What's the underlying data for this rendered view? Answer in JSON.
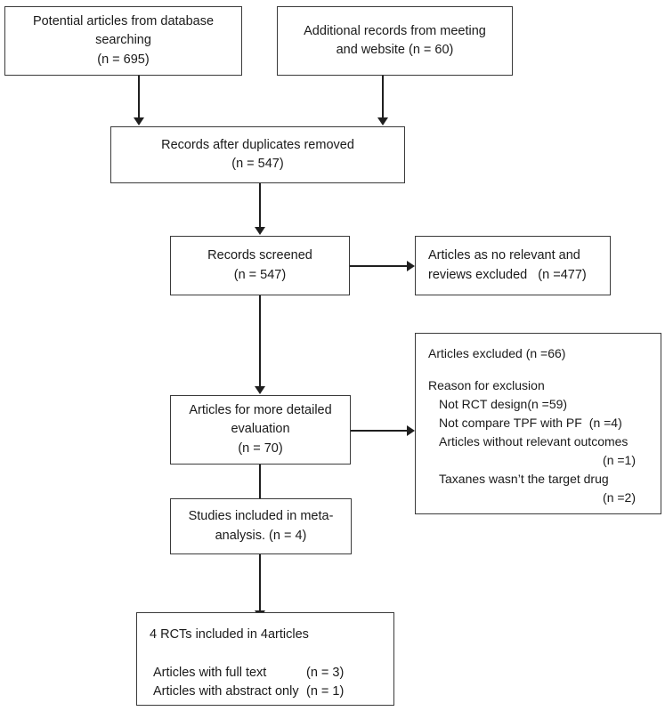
{
  "diagram": {
    "type": "prisma-flow-diagram",
    "boxes": {
      "database_search": {
        "lines": [
          "Potential articles from database",
          "searching",
          "(n = 695)"
        ]
      },
      "additional_records": {
        "lines": [
          "Additional records from meeting",
          "and website (n = 60)"
        ]
      },
      "duplicates_removed": {
        "lines": [
          "Records after duplicates removed",
          "(n = 547)"
        ]
      },
      "records_screened": {
        "lines": [
          "Records screened",
          "(n = 547)"
        ]
      },
      "records_excluded": {
        "lines": [
          "Articles as no relevant and",
          "reviews excluded   (n =477)"
        ]
      },
      "articles_detailed": {
        "lines": [
          "Articles for more detailed",
          "evaluation",
          "(n = 70)"
        ]
      },
      "articles_excluded": {
        "title": "Articles excluded (n =66)",
        "reason_heading": "Reason for exclusion",
        "reasons": [
          {
            "label": "Not RCT design",
            "count": "(n =59)",
            "layout": "inline-spread"
          },
          {
            "label": "Not compare TPF with PF",
            "count": "(n =4)",
            "layout": "inline"
          },
          {
            "label": "Articles without relevant outcomes",
            "count": "(n =1)",
            "layout": "wrapped"
          },
          {
            "label": "Taxanes wasn’t the target drug",
            "count": "(n =2)",
            "layout": "wrapped"
          }
        ]
      },
      "studies_included": {
        "lines": [
          "Studies included in meta-",
          "analysis. (n = 4)"
        ]
      },
      "final_included": {
        "title": "4 RCTs included in 4articles",
        "rows": [
          {
            "label": "Articles with full text",
            "count": "(n = 3)"
          },
          {
            "label": "Articles with abstract only",
            "count": "(n = 1)"
          }
        ]
      }
    },
    "colors": {
      "box_border": "#3a3a3a",
      "connector": "#1f1f1f",
      "text": "#1a1a1a",
      "background": "#ffffff"
    }
  }
}
